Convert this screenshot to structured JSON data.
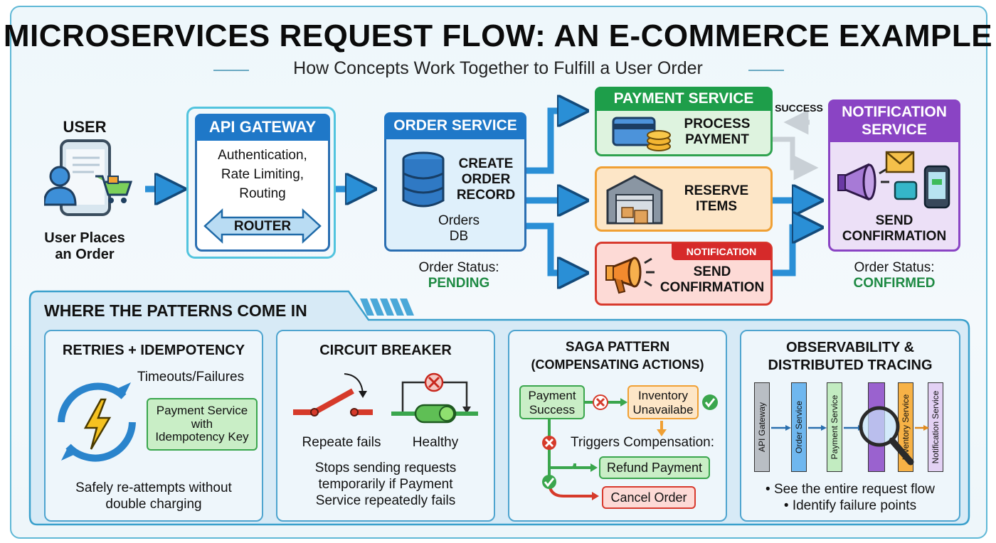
{
  "title": "MICROSERVICES REQUEST FLOW: AN E-COMMERCE EXAMPLE",
  "subtitle": "How Concepts Work Together to Fulfill a User Order",
  "user": {
    "heading": "USER",
    "caption_line1": "User Places",
    "caption_line2": "an Order"
  },
  "api_gateway": {
    "header": "API GATEWAY",
    "line1": "Authentication,",
    "line2": "Rate Limiting,",
    "line3": "Routing",
    "router_label": "ROUTER"
  },
  "order_service": {
    "header": "ORDER SERVICE",
    "action_line1": "CREATE",
    "action_line2": "ORDER",
    "action_line3": "RECORD",
    "db_line1": "Orders",
    "db_line2": "DB",
    "status_label": "Order Status:",
    "status_value": "PENDING"
  },
  "payment_service": {
    "header": "PAYMENT SERVICE",
    "action_line1": "PROCESS",
    "action_line2": "PAYMENT"
  },
  "inventory": {
    "action_line1": "RESERVE",
    "action_line2": "ITEMS"
  },
  "notification_small": {
    "tag": "NOTIFICATION",
    "action_line1": "SEND",
    "action_line2": "CONFIRMATION"
  },
  "success_label": "SUCCESS",
  "notification_service": {
    "header_line1": "NOTIFICATION",
    "header_line2": "SERVICE",
    "action_line1": "SEND",
    "action_line2": "CONFIRMATION",
    "status_label": "Order Status:",
    "status_value": "CONFIRMED"
  },
  "patterns": {
    "heading": "WHERE THE PATTERNS COME IN",
    "retries": {
      "title": "RETRIES + IDEMPOTENCY",
      "failures": "Timeouts/Failures",
      "tag_line1": "Payment Service",
      "tag_line2": "with",
      "tag_line3": "Idempotency Key",
      "desc_line1": "Safely re-attempts without",
      "desc_line2": "double charging"
    },
    "circuit": {
      "title": "CIRCUIT BREAKER",
      "fails_label": "Repeate fails",
      "healthy_label": "Healthy",
      "desc_line1": "Stops sending requests",
      "desc_line2": "temporarily if Payment",
      "desc_line3": "Service repeatedly fails"
    },
    "saga": {
      "title_line1": "SAGA PATTERN",
      "title_line2": "(COMPENSATING ACTIONS)",
      "payment_line1": "Payment",
      "payment_line2": "Success",
      "inventory_line1": "Inventory",
      "inventory_line2": "Unavailabe",
      "triggers": "Triggers Compensation:",
      "refund": "Refund Payment",
      "cancel": "Cancel Order"
    },
    "observability": {
      "title_line1": "OBSERVABILITY &",
      "title_line2": "DISTRIBUTED TRACING",
      "bars": [
        "API Gateway",
        "Order Service",
        "Payment Service",
        "",
        "Inventory Service",
        "Notification Service"
      ],
      "bullet1": "• See the entire request flow",
      "bullet2": "• Identify failure points"
    }
  },
  "colors": {
    "blue": "#1f78c8",
    "green_header": "#1e9e4a",
    "purple": "#8a44c4",
    "red": "#d62a2a",
    "orange": "#f5a33a"
  }
}
